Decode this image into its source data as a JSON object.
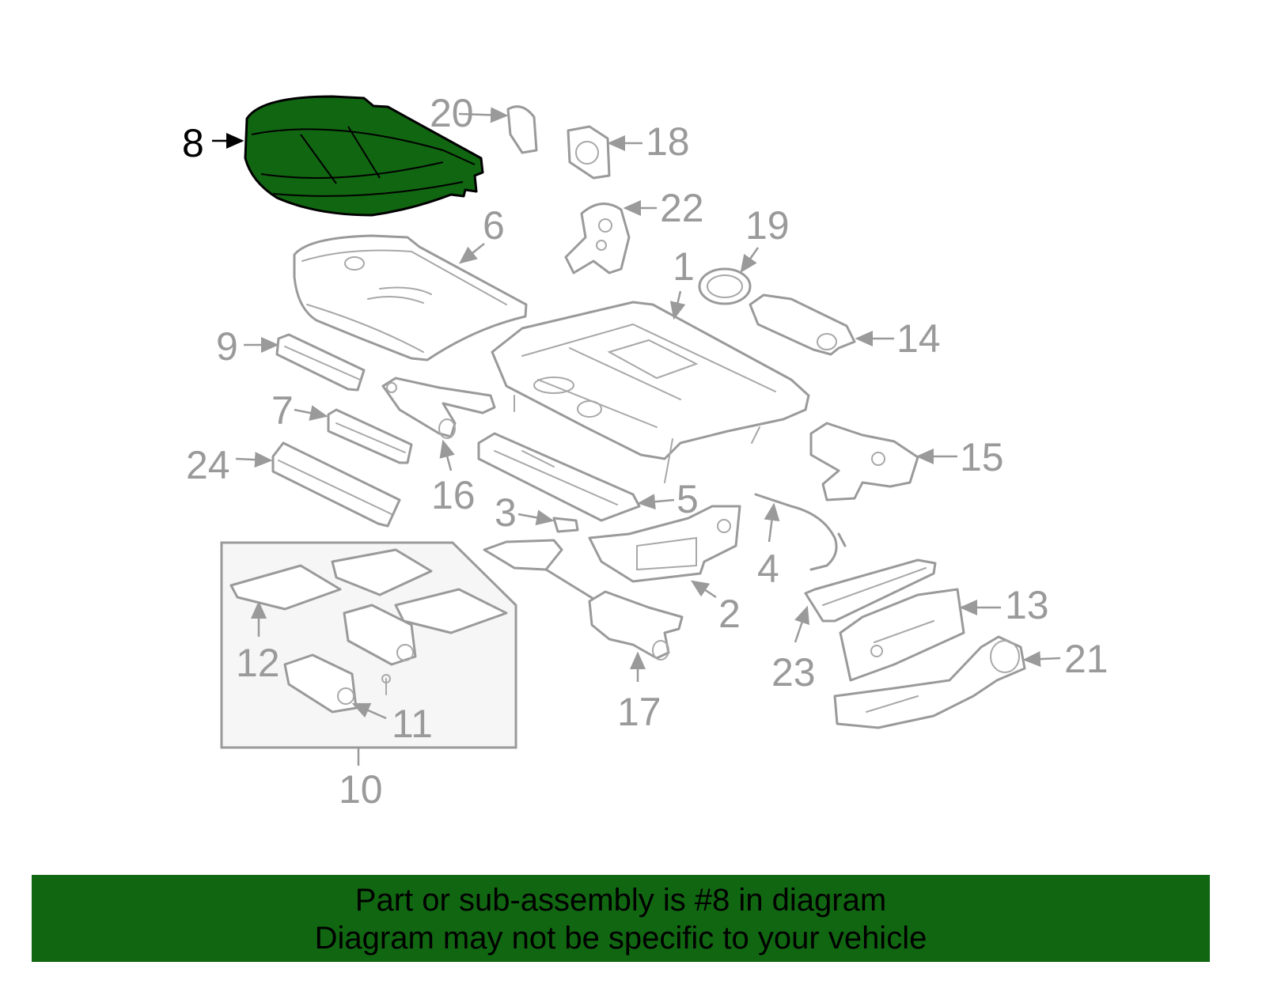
{
  "diagram": {
    "highlighted_part": "8",
    "callouts": [
      "1",
      "2",
      "3",
      "4",
      "5",
      "6",
      "7",
      "8",
      "9",
      "10",
      "11",
      "12",
      "13",
      "14",
      "15",
      "16",
      "17",
      "18",
      "19",
      "20",
      "21",
      "22",
      "23",
      "24"
    ],
    "colors": {
      "highlight": "#116611",
      "parts": "#9a9a9a",
      "banner": "#116611",
      "inset_bg": "#f6f6f6"
    }
  },
  "banner": {
    "line1": "Part or sub-assembly is #8 in diagram",
    "line2": "Diagram may not be specific to your vehicle"
  }
}
